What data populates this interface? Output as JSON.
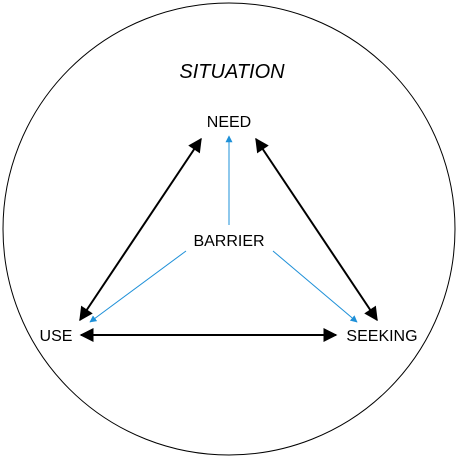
{
  "diagram": {
    "title": "SITUATION",
    "nodes": {
      "need": "NEED",
      "barrier": "BARRIER",
      "use": "USE",
      "seeking": "SEEKING"
    },
    "edges": [
      {
        "from": "NEED",
        "to": "USE",
        "style": "bidirectional"
      },
      {
        "from": "NEED",
        "to": "SEEKING",
        "style": "bidirectional"
      },
      {
        "from": "USE",
        "to": "SEEKING",
        "style": "bidirectional"
      },
      {
        "from": "BARRIER",
        "to": "NEED",
        "style": "directed"
      },
      {
        "from": "BARRIER",
        "to": "USE",
        "style": "directed"
      },
      {
        "from": "BARRIER",
        "to": "SEEKING",
        "style": "directed"
      }
    ],
    "colors": {
      "primary_edge": "#000000",
      "barrier_edge": "#1e90d8",
      "outline": "#000000"
    }
  }
}
